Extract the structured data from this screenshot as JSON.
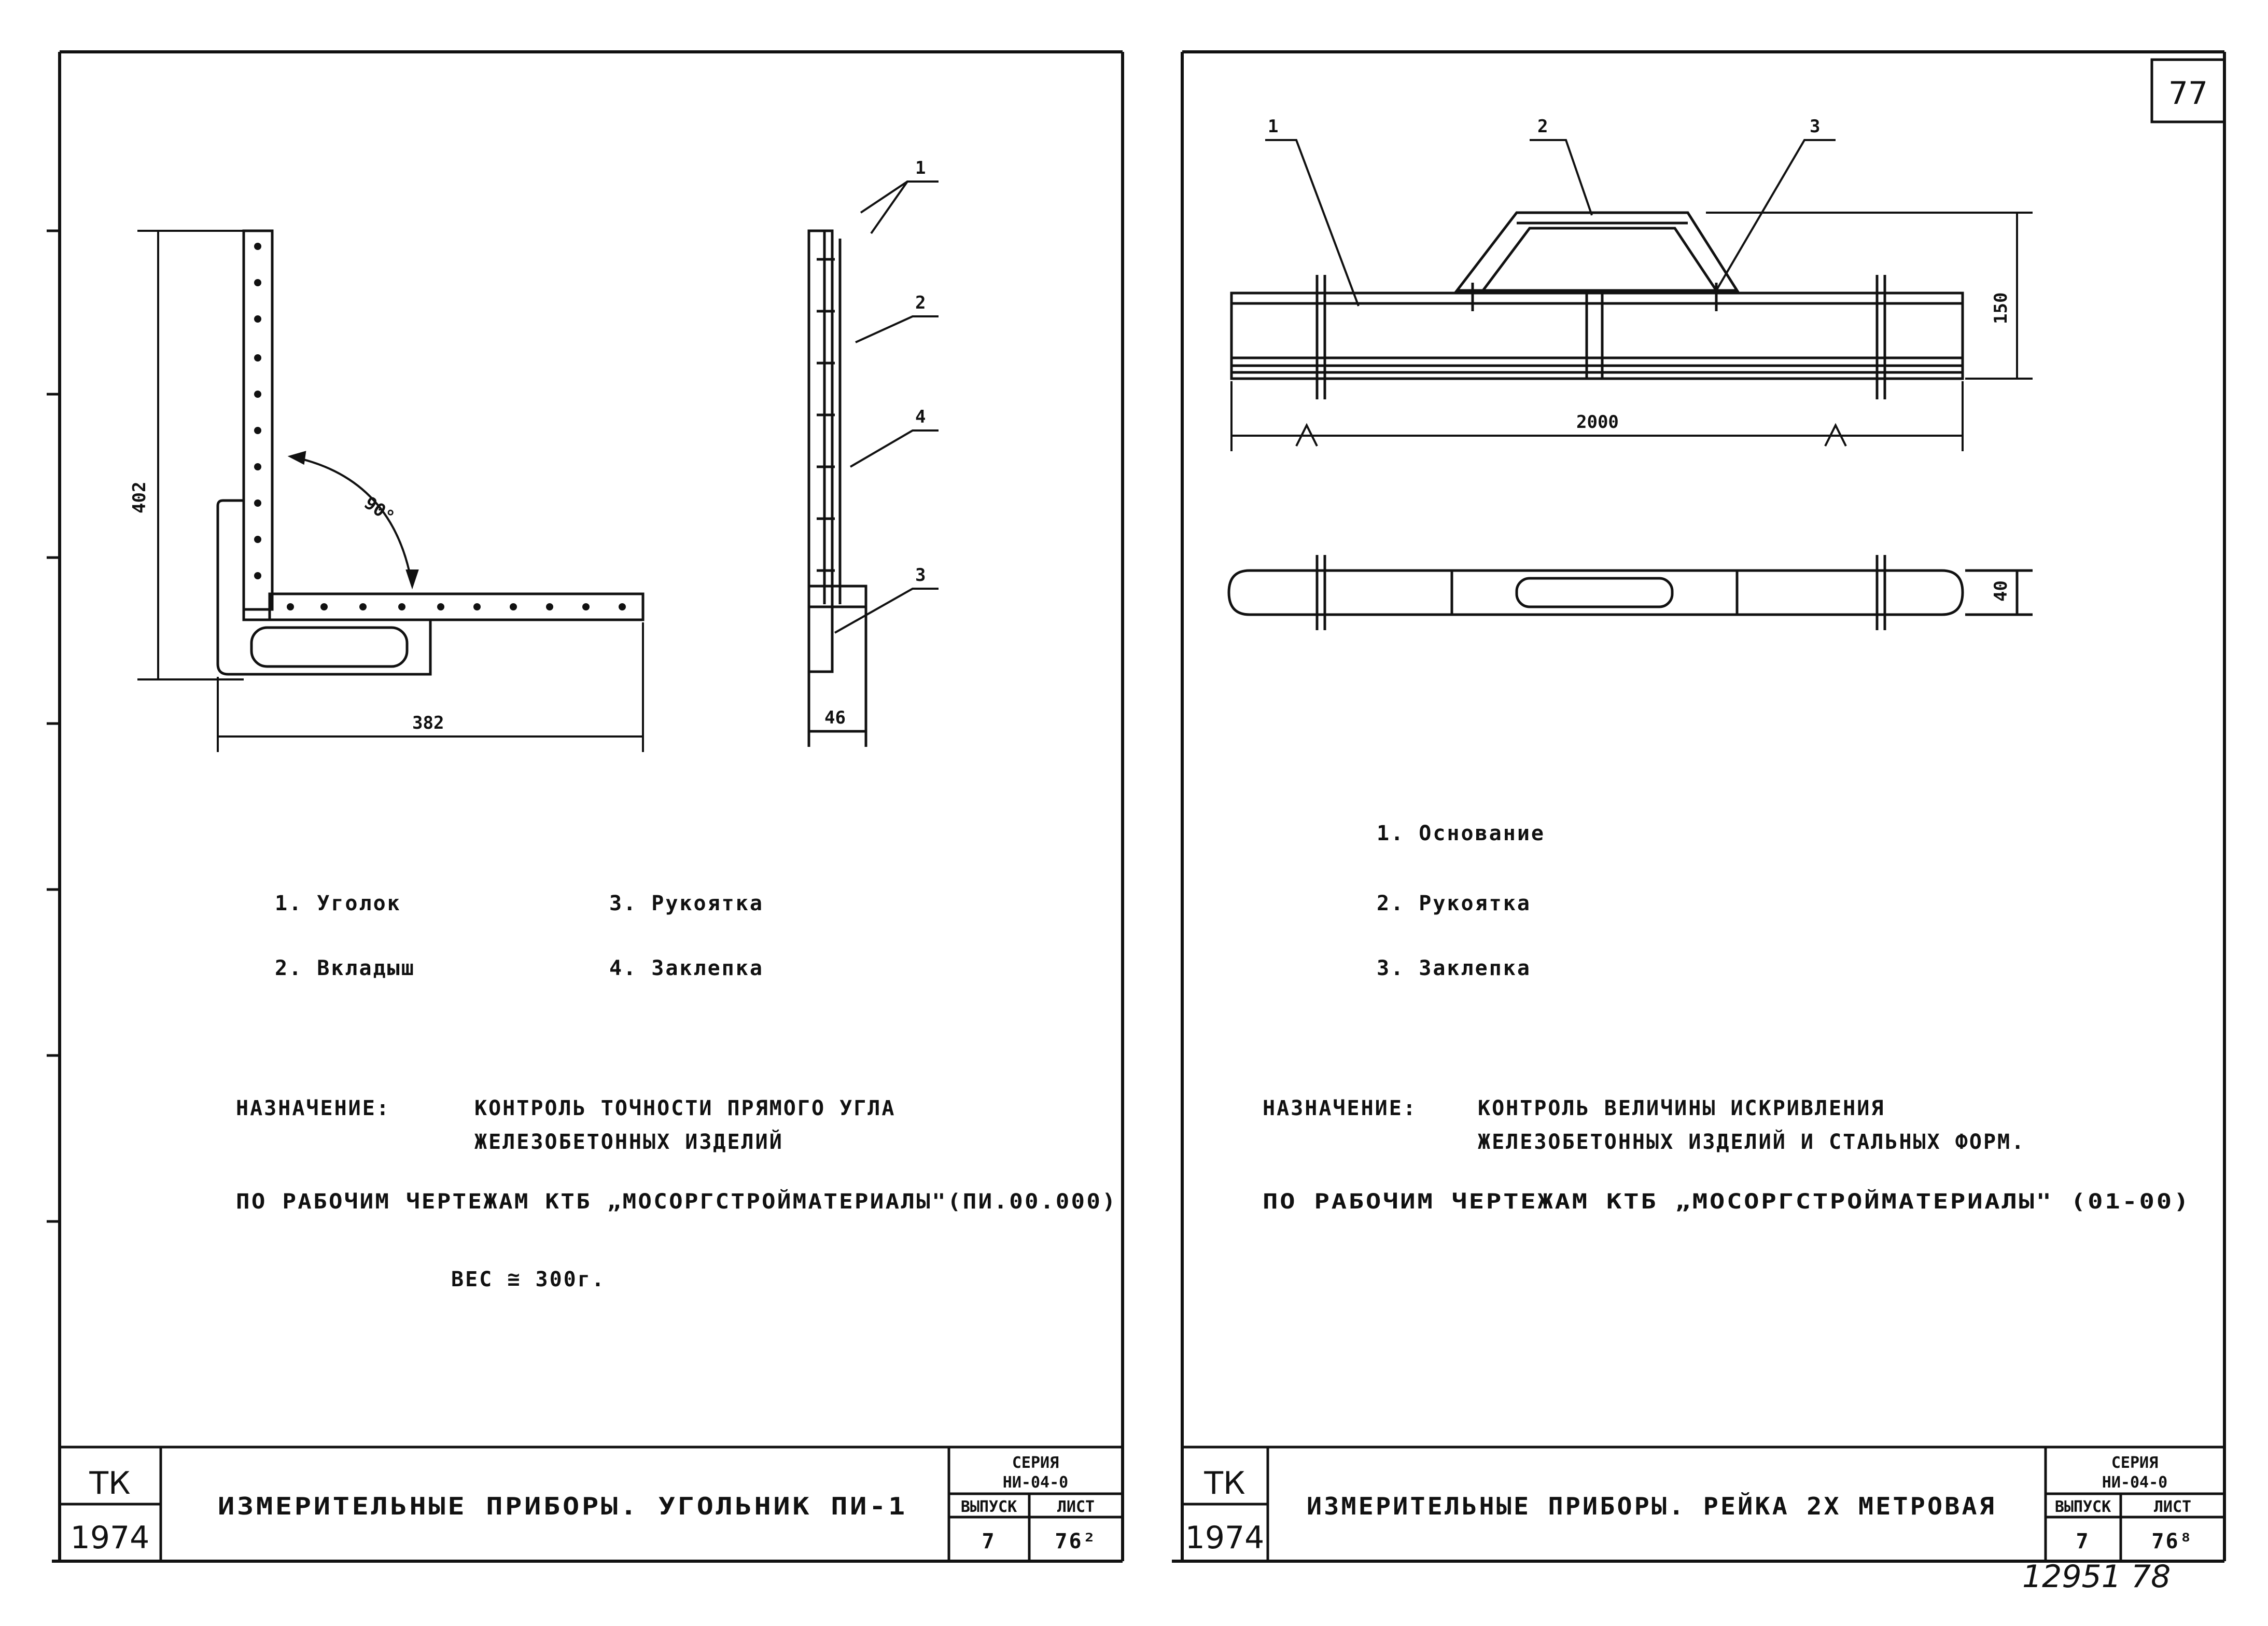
{
  "sheet_number": "77",
  "corner_note": "12951  78",
  "left": {
    "callouts": [
      "1",
      "2",
      "4",
      "3"
    ],
    "dimensions": {
      "height": "402",
      "width": "382",
      "side_width": "46",
      "angle": "90°"
    },
    "parts": [
      "1. Уголок",
      "2. Вкладыш",
      "3. Рукоятка",
      "4. Заклепка"
    ],
    "purpose_label": "НАЗНАЧЕНИЕ:",
    "purpose_line1": "КОНТРОЛЬ ТОЧНОСТИ ПРЯМОГО УГЛА",
    "purpose_line2": "ЖЕЛЕЗОБЕТОННЫХ ИЗДЕЛИЙ",
    "drawings_ref": "ПО РАБОЧИМ ЧЕРТЕЖАМ КТБ „МОСОРГСТРОЙМАТЕРИАЛЫ\"(ПИ.00.000)",
    "weight": "ВЕС ≅ 300г.",
    "title_block": {
      "code": "ТК",
      "year": "1974",
      "title": "ИЗМЕРИТЕЛЬНЫЕ ПРИБОРЫ. УГОЛЬНИК ПИ-1",
      "series_label": "СЕРИЯ",
      "series_value": "НИ-04-0",
      "issue_label": "ВЫПУСК",
      "issue_value": "7",
      "sheet_label": "ЛИСТ",
      "sheet_value": "76²"
    }
  },
  "right": {
    "callouts": [
      "1",
      "2",
      "3"
    ],
    "dimensions": {
      "height": "150",
      "length": "2000",
      "width": "40"
    },
    "parts": [
      "1. Основание",
      "2. Рукоятка",
      "3. Заклепка"
    ],
    "purpose_label": "НАЗНАЧЕНИЕ:",
    "purpose_line1": "КОНТРОЛЬ ВЕЛИЧИНЫ ИСКРИВЛЕНИЯ",
    "purpose_line2": "ЖЕЛЕЗОБЕТОННЫХ ИЗДЕЛИЙ И СТАЛЬНЫХ ФОРМ.",
    "drawings_ref": "ПО РАБОЧИМ ЧЕРТЕЖАМ КТБ „МОСОРГСТРОЙМАТЕРИАЛЫ\" (01-00)",
    "title_block": {
      "code": "ТК",
      "year": "1974",
      "title": "ИЗМЕРИТЕЛЬНЫЕ ПРИБОРЫ. РЕЙКА 2Х МЕТРОВАЯ",
      "series_label": "СЕРИЯ",
      "series_value": "НИ-04-0",
      "issue_label": "ВЫПУСК",
      "issue_value": "7",
      "sheet_label": "ЛИСТ",
      "sheet_value": "76⁸"
    }
  }
}
